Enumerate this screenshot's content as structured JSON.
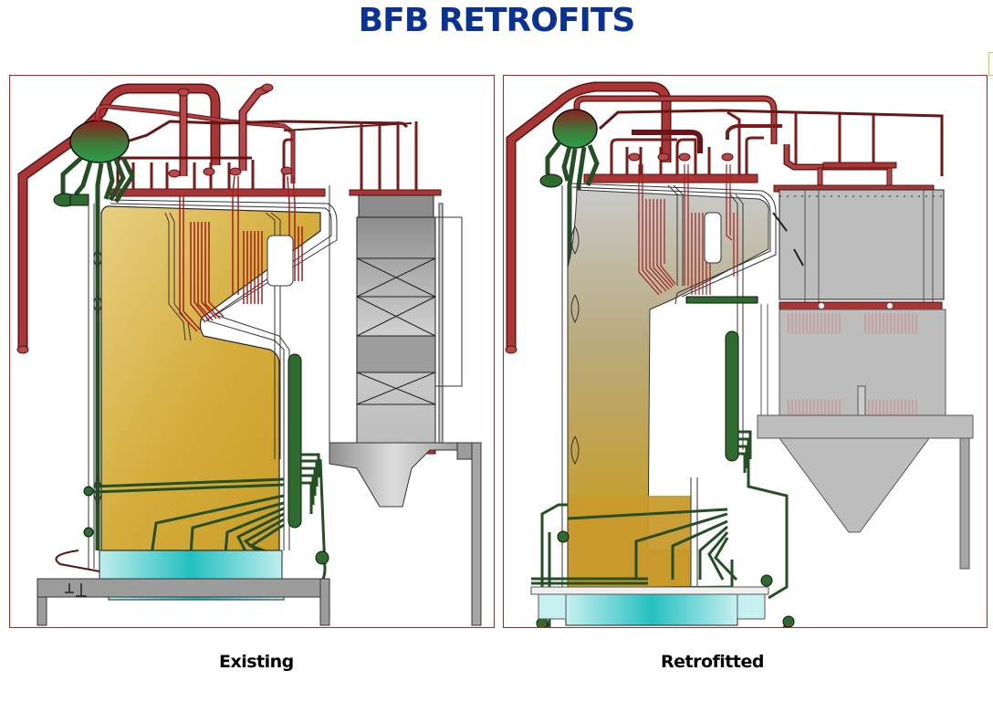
{
  "slide": {
    "title": "BFB RETROFITS",
    "title_color": "#0a3296",
    "frame_color": "#d01818"
  },
  "diagrams": [
    {
      "id": "existing",
      "caption": "Existing",
      "components": [
        "steam-drum",
        "riser-pipes",
        "superheater-headers",
        "superheater-tube-banks",
        "furnace",
        "downcomer",
        "economizer-air-heater",
        "economizer-hopper",
        "fluidized-bed-air-plenum",
        "support-structure"
      ]
    },
    {
      "id": "retrofitted",
      "caption": "Retrofitted",
      "components": [
        "steam-drum",
        "riser-pipes",
        "superheater-headers",
        "superheater-tube-banks",
        "furnace",
        "downcomer",
        "backpass-heat-exchanger",
        "backpass-hopper",
        "fluidized-bed-air-plenum",
        "support-structure"
      ]
    }
  ],
  "colors": {
    "steam_pipe": "#9b2a2a",
    "water_pipe": "#2e6b2e",
    "furnace_fill": "#cfa530",
    "plenum_fill": "#2fc3c3",
    "steel_gray": "#9c9c9c"
  }
}
